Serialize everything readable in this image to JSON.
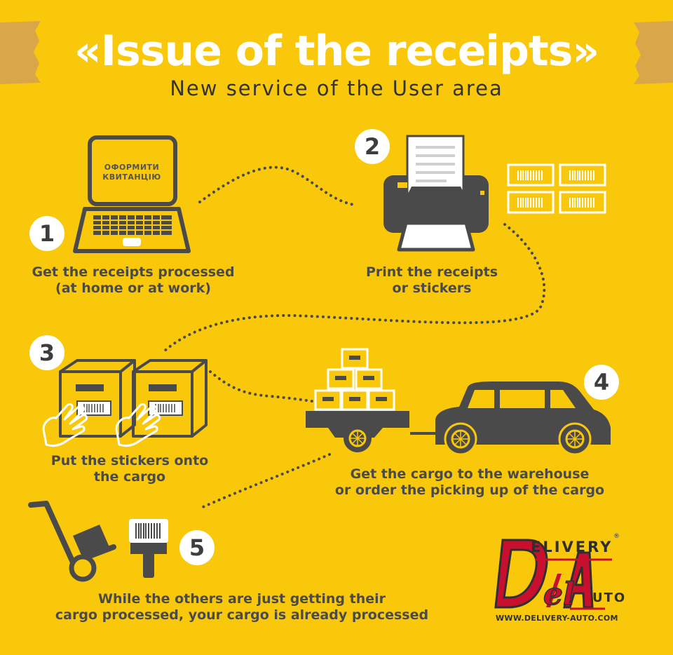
{
  "header": {
    "title": "«Issue of the receipts»",
    "subtitle": "New service of the User area"
  },
  "steps": [
    {
      "number": "1",
      "caption_line1": "Get the receipts processed",
      "caption_line2": "(at home or at work)",
      "screen_line1": "ОФОРМИТИ",
      "screen_line2": "КВИТАНЦІЮ"
    },
    {
      "number": "2",
      "caption_line1": "Print the receipts",
      "caption_line2": "or stickers"
    },
    {
      "number": "3",
      "caption_line1": "Put the stickers onto",
      "caption_line2": "the cargo"
    },
    {
      "number": "4",
      "caption_line1": "Get the cargo to the warehouse",
      "caption_line2": "or order the picking up of  the cargo"
    },
    {
      "number": "5",
      "caption_line1": "While the others are just getting their",
      "caption_line2": "cargo processed, your cargo is already processed"
    }
  ],
  "logo": {
    "delivery": "ELIVERY",
    "auto": "UTO",
    "url": "WWW.DELIVERY-AUTO.COM",
    "registered": "®"
  },
  "icons": [
    "laptop-icon",
    "printer-icon",
    "sticker-icon",
    "box-icon",
    "hand-icon",
    "trailer-icon",
    "car-icon",
    "hand-truck-icon",
    "barcode-scanner-icon",
    "logo-icon"
  ],
  "colors": {
    "background": "#f9c80b",
    "dark": "#4a4a4a",
    "white": "#ffffff",
    "logo_red": "#c8102e",
    "tape": "#d9a74a"
  }
}
